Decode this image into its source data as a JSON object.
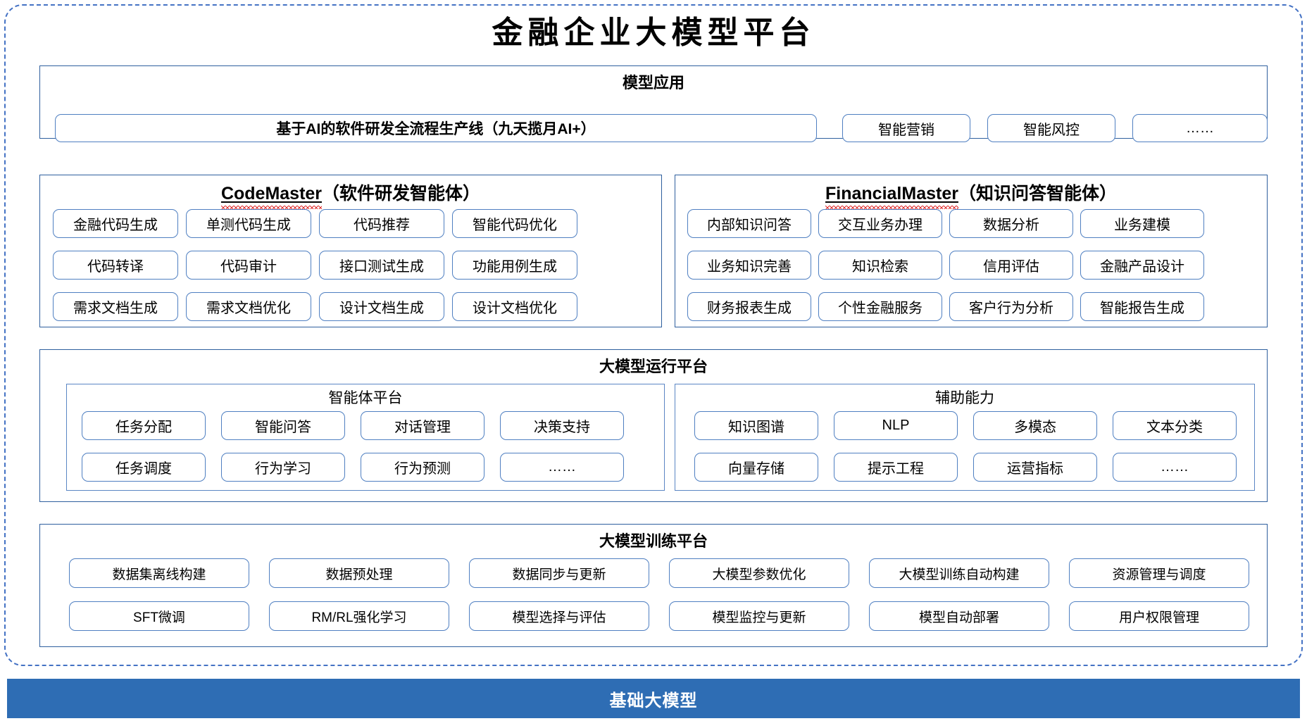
{
  "title": "金融企业大模型平台",
  "sections": {
    "application": {
      "title": "模型应用",
      "main_chip": "基于AI的软件研发全流程生产线（九天揽月AI+）",
      "chips": [
        "智能营销",
        "智能风控",
        "……"
      ]
    },
    "code_master": {
      "name": "CodeMaster",
      "suffix": "（软件研发智能体）",
      "chips": [
        "金融代码生成",
        "单测代码生成",
        "代码推荐",
        "智能代码优化",
        "代码转译",
        "代码审计",
        "接口测试生成",
        "功能用例生成",
        "需求文档生成",
        "需求文档优化",
        "设计文档生成",
        "设计文档优化"
      ]
    },
    "financial_master": {
      "name": "FinancialMaster",
      "suffix": "（知识问答智能体）",
      "chips": [
        "内部知识问答",
        "交互业务办理",
        "数据分析",
        "业务建模",
        "业务知识完善",
        "知识检索",
        "信用评估",
        "金融产品设计",
        "财务报表生成",
        "个性金融服务",
        "客户行为分析",
        "智能报告生成"
      ]
    },
    "runtime": {
      "title": "大模型运行平台",
      "agent_platform": {
        "title": "智能体平台",
        "chips": [
          "任务分配",
          "智能问答",
          "对话管理",
          "决策支持",
          "任务调度",
          "行为学习",
          "行为预测",
          "……"
        ]
      },
      "support_ability": {
        "title": "辅助能力",
        "chips": [
          "知识图谱",
          "NLP",
          "多模态",
          "文本分类",
          "向量存储",
          "提示工程",
          "运营指标",
          "……"
        ]
      }
    },
    "training": {
      "title": "大模型训练平台",
      "chips": [
        "数据集离线构建",
        "数据预处理",
        "数据同步与更新",
        "大模型参数优化",
        "大模型训练自动构建",
        "资源管理与调度",
        "SFT微调",
        "RM/RL强化学习",
        "模型选择与评估",
        "模型监控与更新",
        "模型自动部署",
        "用户权限管理"
      ]
    },
    "base_model": {
      "label": "基础大模型"
    }
  },
  "colors": {
    "frame_blue": "#4472c4",
    "panel_border": "#2e5f9e",
    "chip_border": "#4f7fc1",
    "base_bar": "#2e6db4",
    "squiggle_red": "#e03030"
  }
}
